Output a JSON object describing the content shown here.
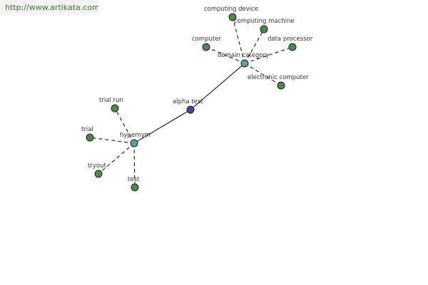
{
  "banner": {
    "url": "http://www.artikata.com"
  },
  "colors": {
    "leaf": "#4a8a4a",
    "hub": "#5aa0a8",
    "center": "#3a4a9a",
    "banner_text": "#3c7a2e"
  },
  "graph": {
    "nodes": [
      {
        "id": "alpha-test",
        "label": "alpha test",
        "kind": "center"
      },
      {
        "id": "hypernym",
        "label": "hypernym",
        "kind": "hub"
      },
      {
        "id": "domain-category",
        "label": "domain category",
        "kind": "hub"
      },
      {
        "id": "trial-run",
        "label": "trial run",
        "kind": "leaf"
      },
      {
        "id": "trial",
        "label": "trial",
        "kind": "leaf"
      },
      {
        "id": "tryout",
        "label": "tryout",
        "kind": "leaf"
      },
      {
        "id": "test",
        "label": "test",
        "kind": "leaf"
      },
      {
        "id": "computing-device",
        "label": "computing device",
        "kind": "leaf"
      },
      {
        "id": "computing-machine",
        "label": "computing machine",
        "kind": "leaf"
      },
      {
        "id": "computer",
        "label": "computer",
        "kind": "leaf"
      },
      {
        "id": "data-processor",
        "label": "data processor",
        "kind": "leaf"
      },
      {
        "id": "electronic-computer",
        "label": "electronic computer",
        "kind": "leaf"
      }
    ],
    "edges": [
      {
        "from": "alpha-test",
        "to": "hypernym",
        "style": "solid"
      },
      {
        "from": "alpha-test",
        "to": "domain-category",
        "style": "solid"
      },
      {
        "from": "hypernym",
        "to": "trial-run",
        "style": "dashed"
      },
      {
        "from": "hypernym",
        "to": "trial",
        "style": "dashed"
      },
      {
        "from": "hypernym",
        "to": "tryout",
        "style": "dashed"
      },
      {
        "from": "hypernym",
        "to": "test",
        "style": "dashed"
      },
      {
        "from": "domain-category",
        "to": "computing-device",
        "style": "dashed"
      },
      {
        "from": "domain-category",
        "to": "computing-machine",
        "style": "dashed"
      },
      {
        "from": "domain-category",
        "to": "computer",
        "style": "dashed"
      },
      {
        "from": "domain-category",
        "to": "data-processor",
        "style": "dashed"
      },
      {
        "from": "domain-category",
        "to": "electronic-computer",
        "style": "dashed"
      }
    ]
  }
}
